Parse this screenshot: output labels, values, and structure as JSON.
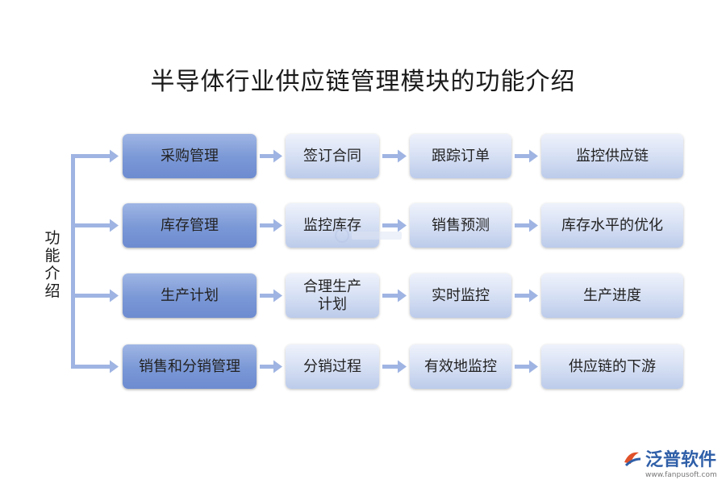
{
  "title": "半导体行业供应链管理模块的功能介绍",
  "side_label": [
    "功",
    "能",
    "介",
    "绍"
  ],
  "rows": [
    {
      "items": [
        "采购管理",
        "签订合同",
        "跟踪订单",
        "监控供应链"
      ]
    },
    {
      "items": [
        "库存管理",
        "监控库存",
        "销售预测",
        "库存水平的优化"
      ]
    },
    {
      "items": [
        "生产计划",
        "合理生产\n计划",
        "实时监控",
        "生产进度"
      ]
    },
    {
      "items": [
        "销售和分销管理",
        "分销过程",
        "有效地监控",
        "供应链的下游"
      ]
    }
  ],
  "colors": {
    "connector": "#9fb4e2",
    "primary_box": "#7a97d6",
    "secondary_box": "#d9e2f5"
  },
  "brand": {
    "name": "泛普软件",
    "url": "www.fanpusoft.com",
    "icon": "fanpu-logo-icon"
  },
  "watermark_icon": "fanpu-watermark-icon"
}
